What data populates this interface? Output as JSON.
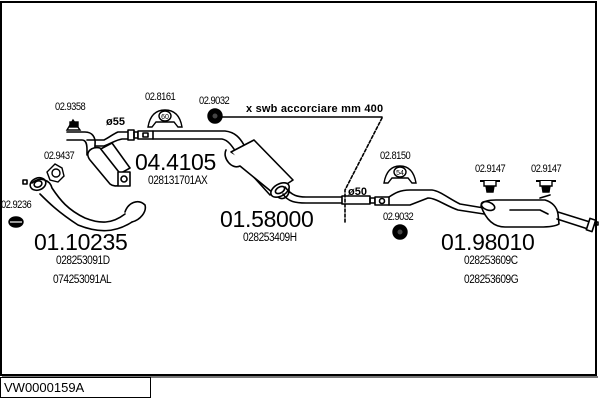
{
  "diagram": {
    "title_code": "VW0000159A",
    "note": "x swb accorciare mm 400",
    "diameters": {
      "front": "ø55",
      "middle": "ø50"
    },
    "parts": [
      {
        "number": "01.10235",
        "oem": [
          "028253091D",
          "074253091AL"
        ],
        "name": "front-pipe"
      },
      {
        "number": "04.4105",
        "oem": [
          "028131701AX"
        ],
        "name": "catalytic-converter"
      },
      {
        "number": "01.58000",
        "oem": [
          "028253409H"
        ],
        "name": "middle-silencer"
      },
      {
        "number": "01.98010",
        "oem": [
          "028253609C",
          "028253609G"
        ],
        "name": "rear-silencer"
      }
    ],
    "accessories": [
      {
        "code": "02.9358",
        "type": "rubber-hanger"
      },
      {
        "code": "02.9437",
        "type": "gasket"
      },
      {
        "code": "02.9236",
        "type": "gasket"
      },
      {
        "code": "02.8161",
        "type": "clamp",
        "size": "60"
      },
      {
        "code": "02.9032",
        "type": "rubber-ring"
      },
      {
        "code": "02.8150",
        "type": "clamp",
        "size": "54"
      },
      {
        "code": "02.9032",
        "type": "rubber-ring"
      },
      {
        "code": "02.9147",
        "type": "rubber-mount"
      },
      {
        "code": "02.9147",
        "type": "rubber-mount"
      }
    ]
  }
}
